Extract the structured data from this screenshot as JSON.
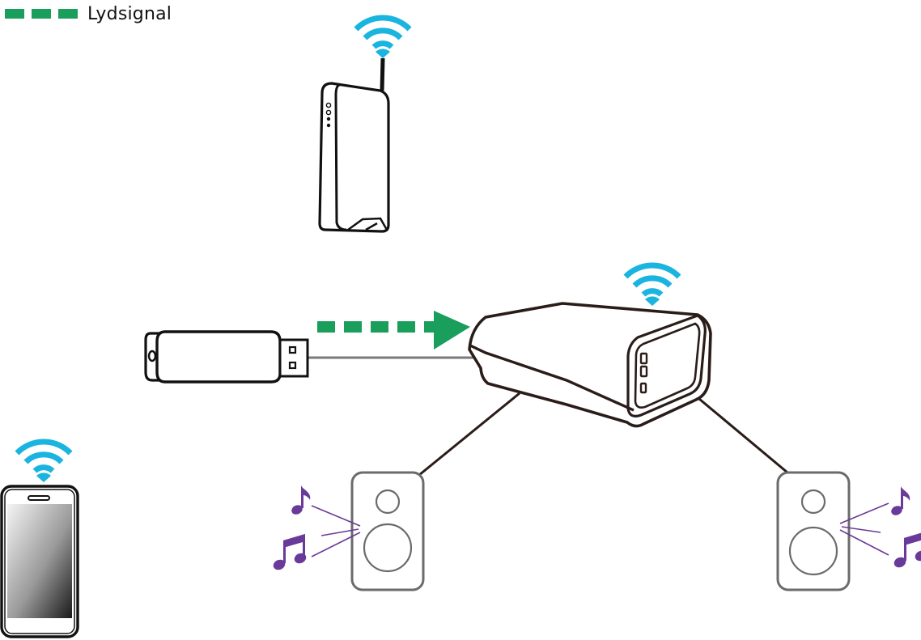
{
  "legend": {
    "label": "Lydsignal",
    "swatch_color": "#1a9e5c"
  },
  "colors": {
    "wifi": "#1ab4e0",
    "audio_signal": "#1a9e5c",
    "device_outline": "#2a1c18",
    "speaker_outline": "#6b6b6b",
    "music_note": "#6a3a9a",
    "usb_cable": "#7a7a7a"
  },
  "devices": [
    {
      "id": "router",
      "label": "router",
      "wireless": true
    },
    {
      "id": "usb-drive",
      "label": "usb-drive",
      "wireless": false
    },
    {
      "id": "player",
      "label": "network-audio-player",
      "wireless": true
    },
    {
      "id": "phone",
      "label": "smartphone",
      "wireless": true
    },
    {
      "id": "speaker-left",
      "label": "left-speaker",
      "wireless": false
    },
    {
      "id": "speaker-right",
      "label": "right-speaker",
      "wireless": false
    }
  ],
  "connections": [
    {
      "from": "usb-drive",
      "to": "player",
      "type": "audio-signal",
      "style": "dashed-arrow"
    },
    {
      "from": "player",
      "to": "speaker-left",
      "type": "speaker-cable"
    },
    {
      "from": "player",
      "to": "speaker-right",
      "type": "speaker-cable"
    }
  ]
}
